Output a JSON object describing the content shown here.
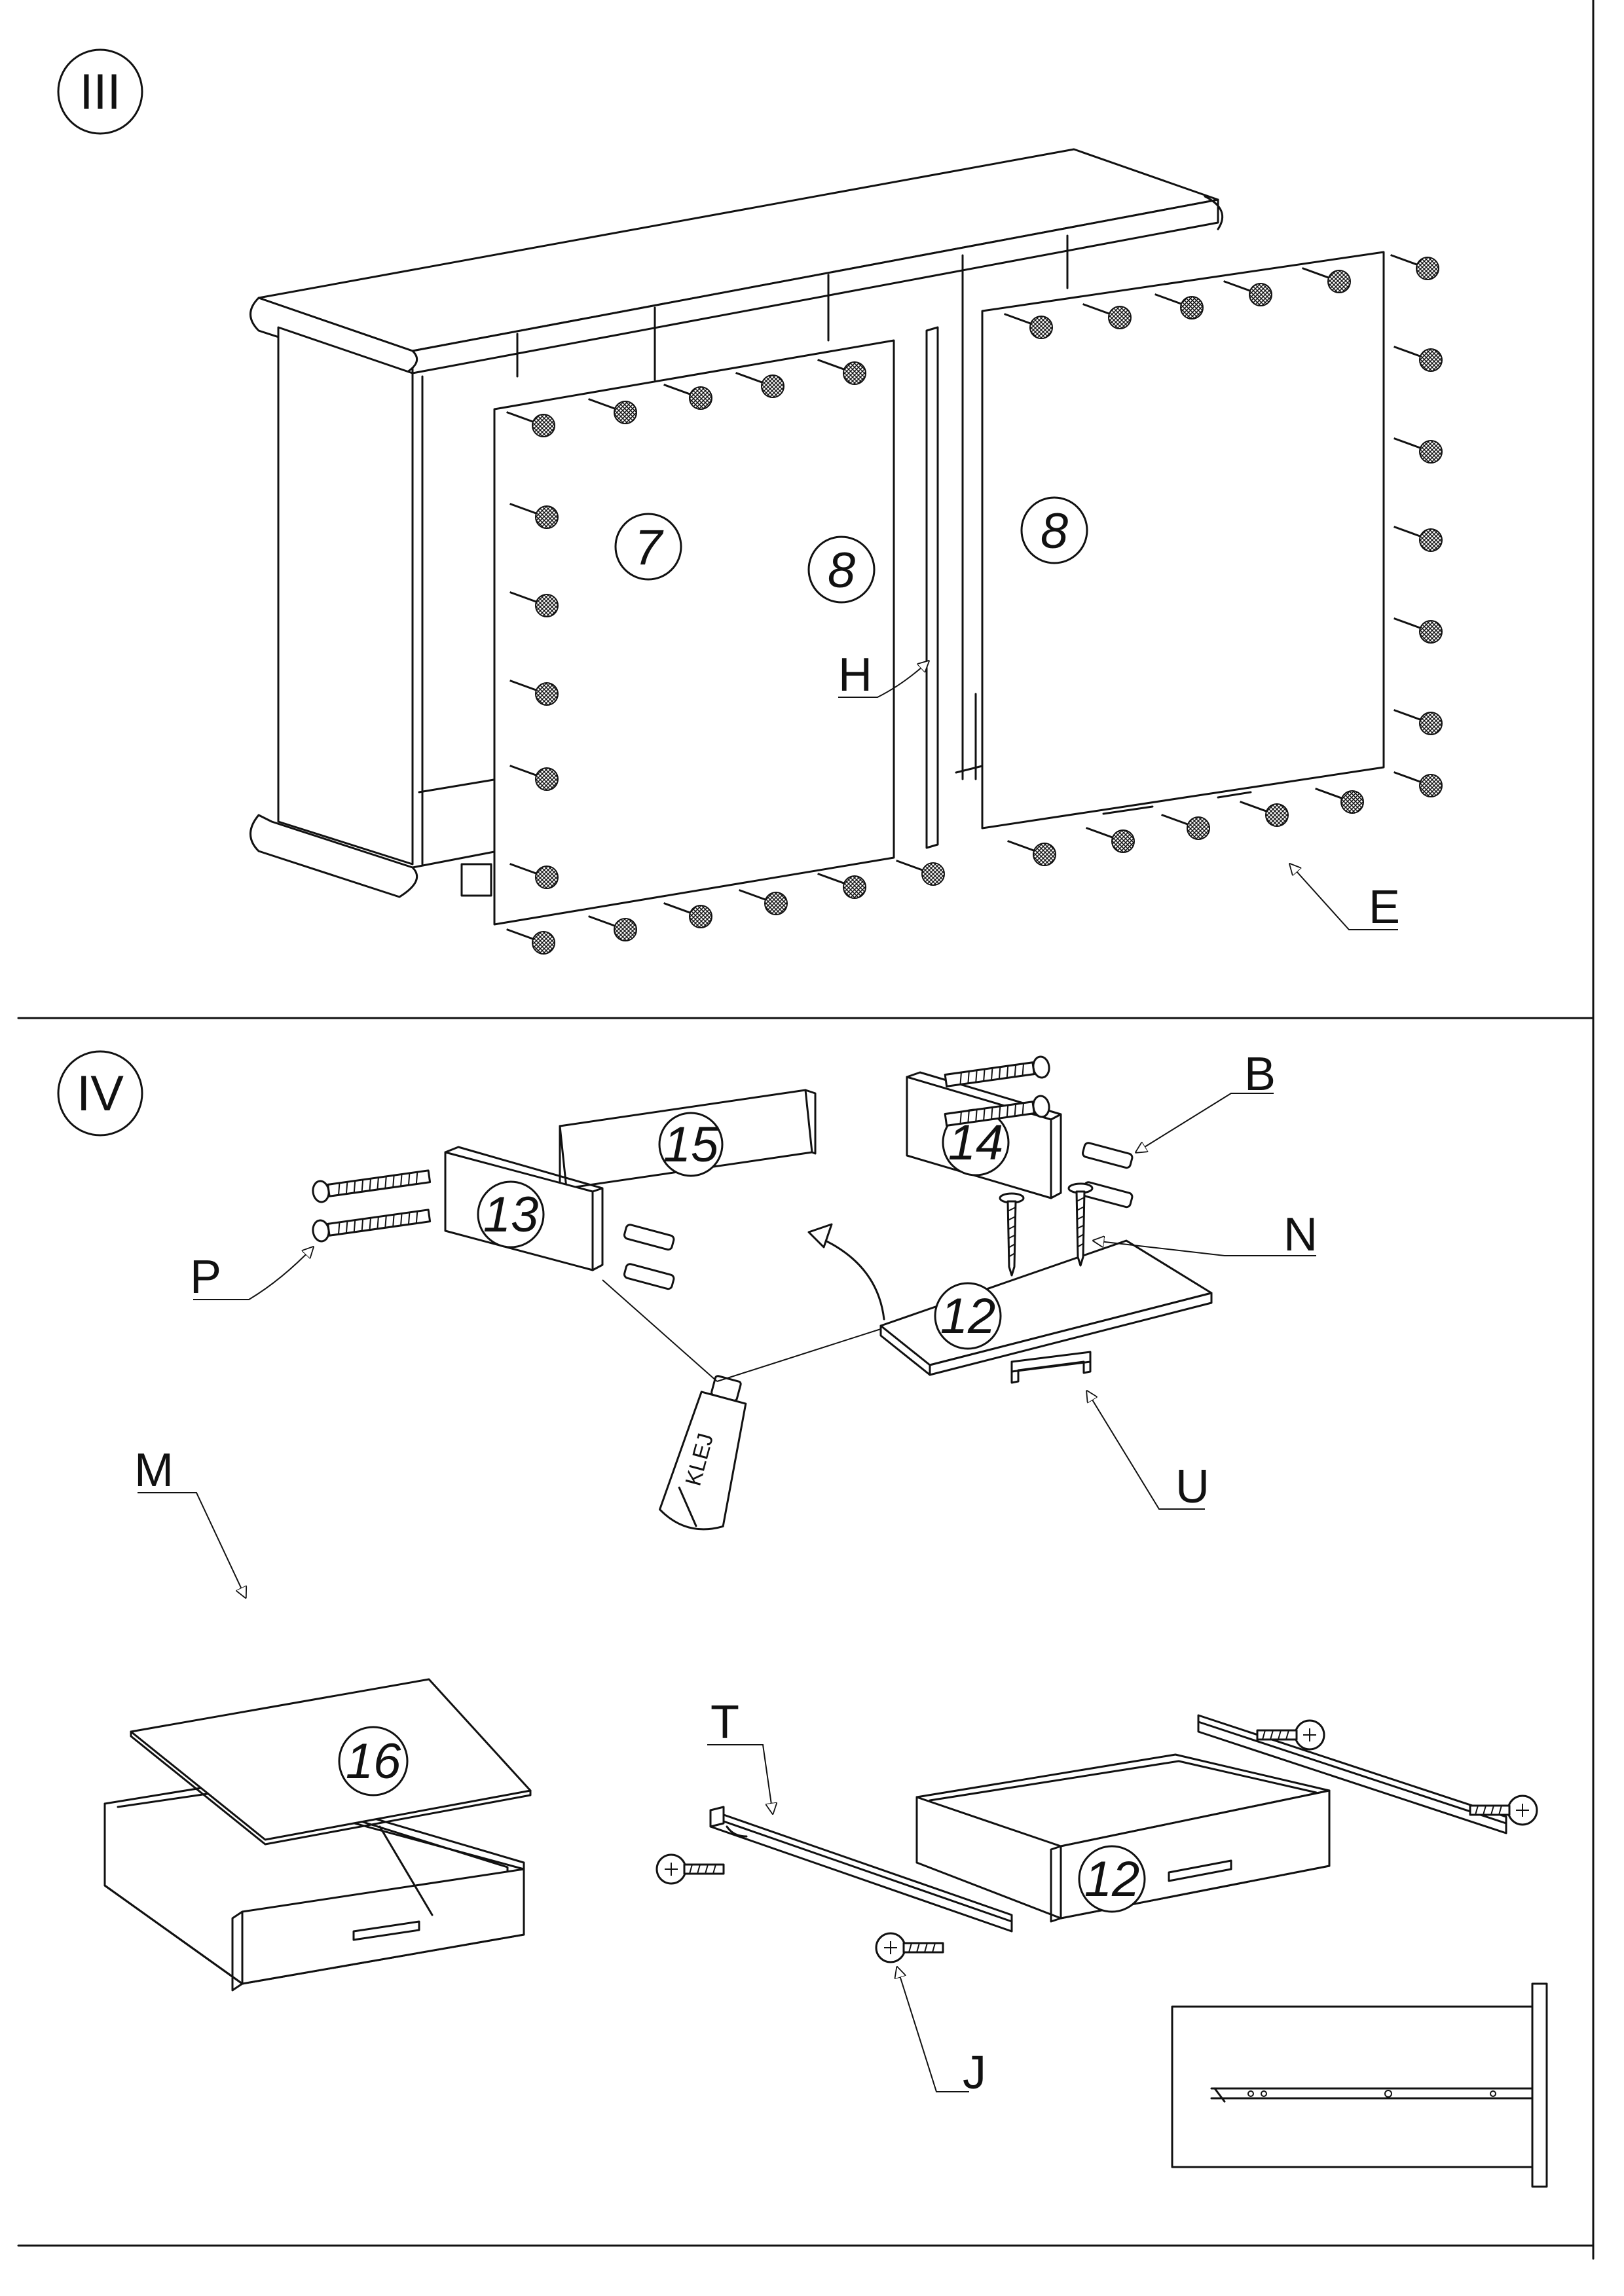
{
  "steps": {
    "step3": "III",
    "step4": "IV"
  },
  "parts": {
    "p7": "7",
    "p8a": "8",
    "p8b": "8",
    "p12a": "12",
    "p12b": "12",
    "p13": "13",
    "p14": "14",
    "p15": "15",
    "p16": "16"
  },
  "hardware": {
    "H": "H",
    "E": "E",
    "B": "B",
    "N": "N",
    "P": "P",
    "U": "U",
    "M": "M",
    "T": "T",
    "J": "J"
  },
  "glue_label": "KLEJ"
}
